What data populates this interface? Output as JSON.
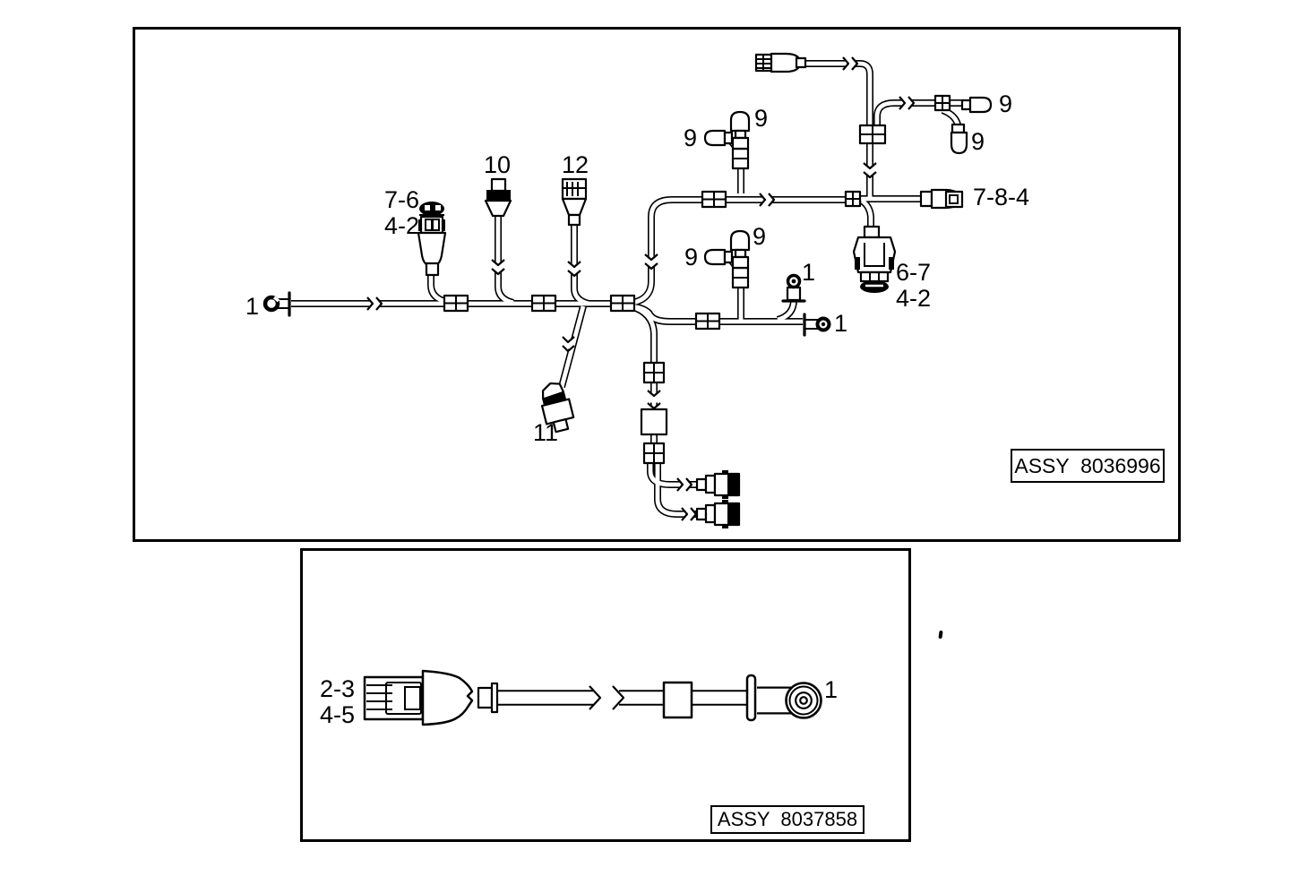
{
  "top": {
    "assy": "ASSY  8036996",
    "callouts": {
      "ring_left": "1",
      "conn76_a": "7-6",
      "conn76_b": "4-2",
      "conn10": "10",
      "conn12": "12",
      "nine_tl_up": "9",
      "nine_tl_left": "9",
      "nine_tr_right": "9",
      "nine_tr_down": "9",
      "conn784": "7-8-4",
      "conn67_a": "6-7",
      "conn67_b": "4-2",
      "screw": "1",
      "ring_right": "1",
      "nine_mid_up": "9",
      "nine_mid_left": "9",
      "conn11": "11"
    }
  },
  "bottom": {
    "assy": "ASSY  8037858",
    "callouts": {
      "conn23_a": "2-3",
      "conn23_b": "4-5",
      "ring": "1"
    }
  }
}
